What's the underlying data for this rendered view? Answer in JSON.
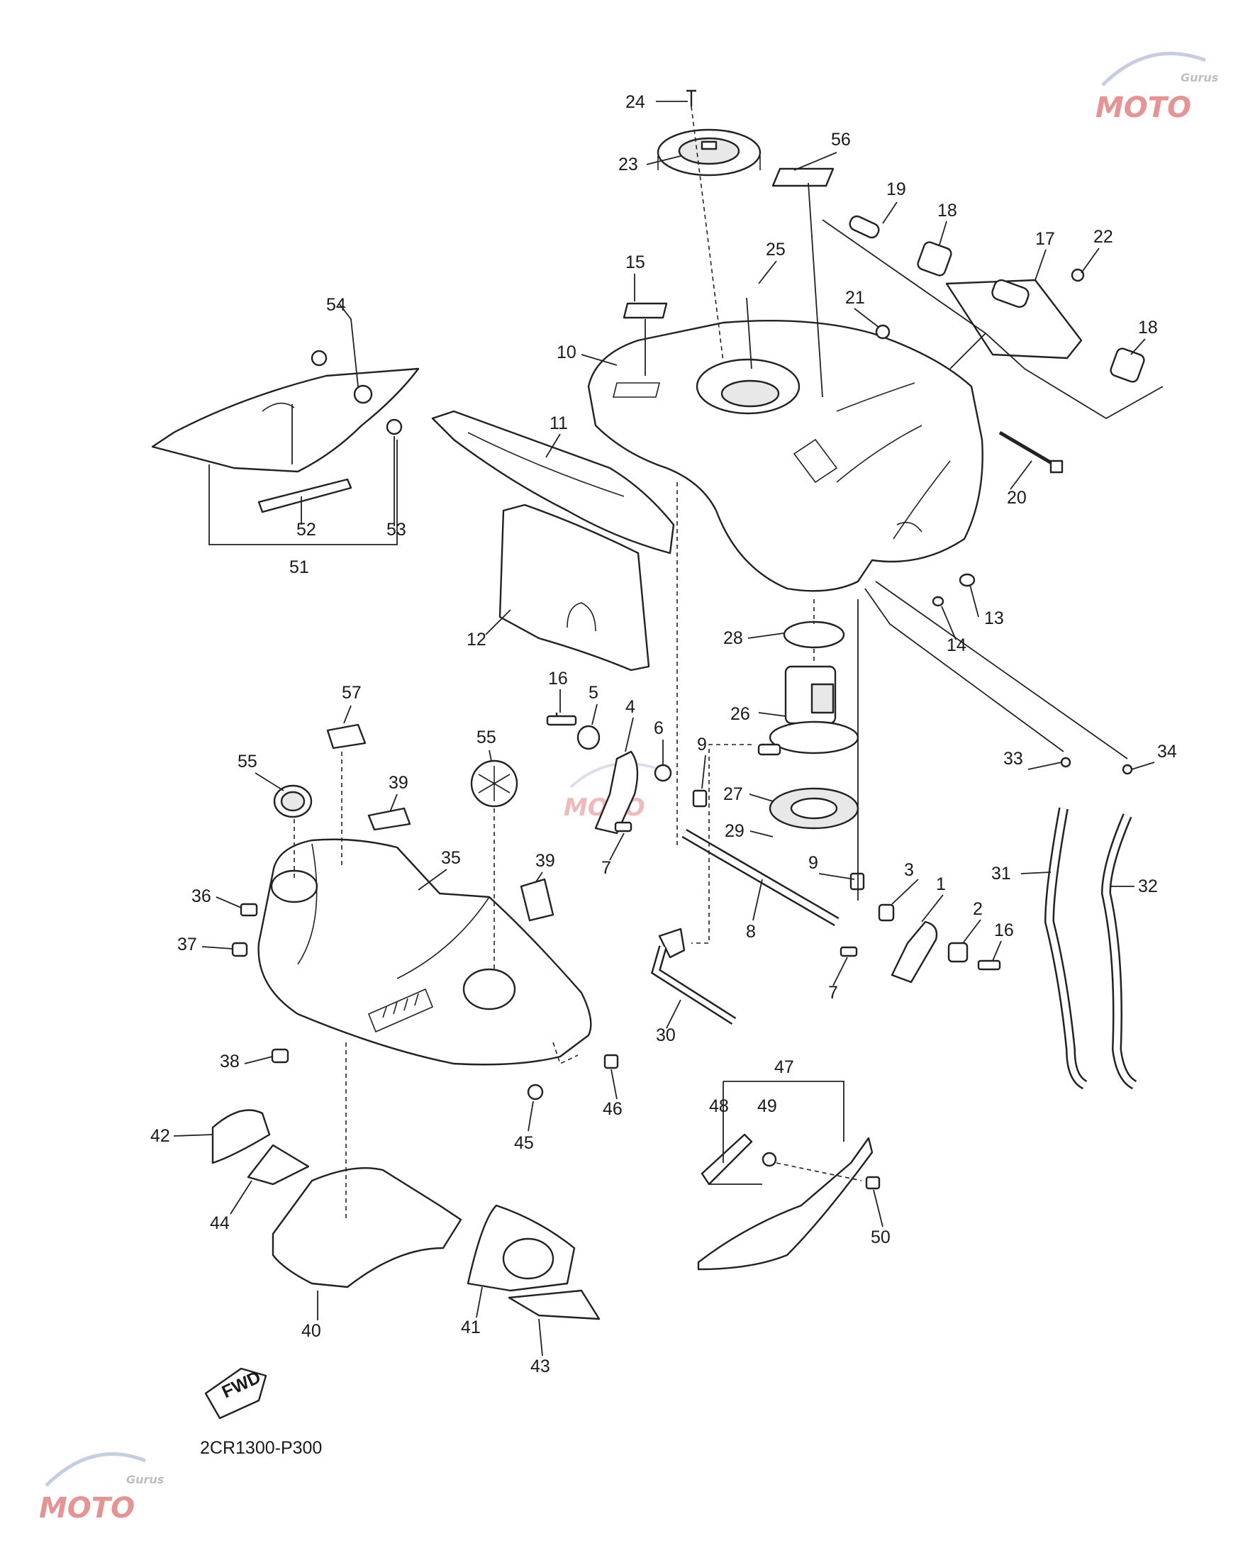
{
  "diagram": {
    "reference_code": "2CR1300-P300",
    "fwd_arrow_label": "FWD",
    "watermark_brand": "MOTO",
    "watermark_sub": "Gurus",
    "callouts": [
      {
        "id": "c1",
        "label": "1"
      },
      {
        "id": "c2",
        "label": "2"
      },
      {
        "id": "c3",
        "label": "3"
      },
      {
        "id": "c4",
        "label": "4"
      },
      {
        "id": "c5",
        "label": "5"
      },
      {
        "id": "c6",
        "label": "6"
      },
      {
        "id": "c7a",
        "label": "7"
      },
      {
        "id": "c7b",
        "label": "7"
      },
      {
        "id": "c8",
        "label": "8"
      },
      {
        "id": "c9a",
        "label": "9"
      },
      {
        "id": "c9b",
        "label": "9"
      },
      {
        "id": "c10",
        "label": "10"
      },
      {
        "id": "c11",
        "label": "11"
      },
      {
        "id": "c12",
        "label": "12"
      },
      {
        "id": "c13",
        "label": "13"
      },
      {
        "id": "c14",
        "label": "14"
      },
      {
        "id": "c15",
        "label": "15"
      },
      {
        "id": "c16a",
        "label": "16"
      },
      {
        "id": "c16b",
        "label": "16"
      },
      {
        "id": "c17",
        "label": "17"
      },
      {
        "id": "c18a",
        "label": "18"
      },
      {
        "id": "c18b",
        "label": "18"
      },
      {
        "id": "c19",
        "label": "19"
      },
      {
        "id": "c20",
        "label": "20"
      },
      {
        "id": "c21",
        "label": "21"
      },
      {
        "id": "c22",
        "label": "22"
      },
      {
        "id": "c23",
        "label": "23"
      },
      {
        "id": "c24",
        "label": "24"
      },
      {
        "id": "c25",
        "label": "25"
      },
      {
        "id": "c26",
        "label": "26"
      },
      {
        "id": "c27",
        "label": "27"
      },
      {
        "id": "c28",
        "label": "28"
      },
      {
        "id": "c29",
        "label": "29"
      },
      {
        "id": "c30",
        "label": "30"
      },
      {
        "id": "c31",
        "label": "31"
      },
      {
        "id": "c32",
        "label": "32"
      },
      {
        "id": "c33",
        "label": "33"
      },
      {
        "id": "c34",
        "label": "34"
      },
      {
        "id": "c35",
        "label": "35"
      },
      {
        "id": "c36",
        "label": "36"
      },
      {
        "id": "c37",
        "label": "37"
      },
      {
        "id": "c38",
        "label": "38"
      },
      {
        "id": "c39a",
        "label": "39"
      },
      {
        "id": "c39b",
        "label": "39"
      },
      {
        "id": "c40",
        "label": "40"
      },
      {
        "id": "c41",
        "label": "41"
      },
      {
        "id": "c42",
        "label": "42"
      },
      {
        "id": "c43",
        "label": "43"
      },
      {
        "id": "c44",
        "label": "44"
      },
      {
        "id": "c45",
        "label": "45"
      },
      {
        "id": "c46",
        "label": "46"
      },
      {
        "id": "c47",
        "label": "47"
      },
      {
        "id": "c48",
        "label": "48"
      },
      {
        "id": "c49",
        "label": "49"
      },
      {
        "id": "c50",
        "label": "50"
      },
      {
        "id": "c51",
        "label": "51"
      },
      {
        "id": "c52",
        "label": "52"
      },
      {
        "id": "c53",
        "label": "53"
      },
      {
        "id": "c54",
        "label": "54"
      },
      {
        "id": "c55a",
        "label": "55"
      },
      {
        "id": "c55b",
        "label": "55"
      },
      {
        "id": "c56",
        "label": "56"
      },
      {
        "id": "c57",
        "label": "57"
      }
    ]
  }
}
